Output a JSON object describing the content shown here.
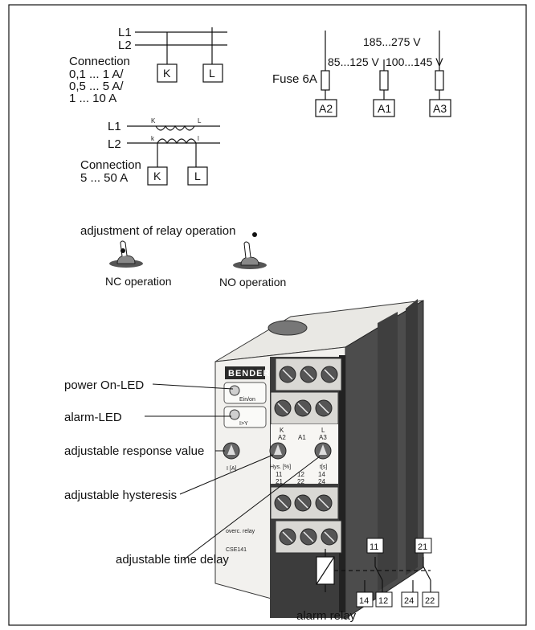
{
  "top_left": {
    "l1": "L1",
    "l2": "L2",
    "conn_title": "Connection",
    "conn_ranges": [
      "0,1 ... 1 A/",
      "0,5 ... 5 A/",
      "1 ... 10 A"
    ],
    "k": "K",
    "l": "L"
  },
  "ct": {
    "l1": "L1",
    "l2": "L2",
    "k_upper": "K",
    "l_upper": "L",
    "k_lower": "k",
    "l_lower": "l",
    "conn_title": "Connection",
    "conn_range": "5 ... 50 A",
    "k": "K",
    "l": "L"
  },
  "supply": {
    "v_mid": "185...275 V",
    "v_left": "85...125 V",
    "v_right": "100...145 V",
    "fuse": "Fuse 6A",
    "a2": "A2",
    "a1": "A1",
    "a3": "A3"
  },
  "adjust": {
    "title": "adjustment of relay operation",
    "nc": "NC operation",
    "no": "NO operation"
  },
  "device": {
    "brand": "BENDER",
    "led1": "Ein/on",
    "led2": "I>Y",
    "term_top": [
      "K",
      "L"
    ],
    "term_mid": [
      "A2",
      "A1",
      "A3"
    ],
    "dial_labels": [
      "I [A]",
      "Hys. [%]",
      "t[s]"
    ],
    "term_bot1": [
      "11",
      "12",
      "14"
    ],
    "term_bot2": [
      "21",
      "22",
      "24"
    ],
    "type": "overc. relay",
    "model": "CSE141"
  },
  "callouts": {
    "power": "power On-LED",
    "alarm": "alarm-LED",
    "response": "adjustable response value",
    "hyst": "adjustable hysteresis",
    "delay": "adjustable time delay"
  },
  "alarm_relay": {
    "label": "alarm relay",
    "t11": "11",
    "t21": "21",
    "t14": "14",
    "t12": "12",
    "t24": "24",
    "t22": "22"
  },
  "colors": {
    "line": "#111111",
    "device_front": "#f2f1ee",
    "device_side": "#4a4a4a",
    "terminal": "#3a3a3a"
  }
}
